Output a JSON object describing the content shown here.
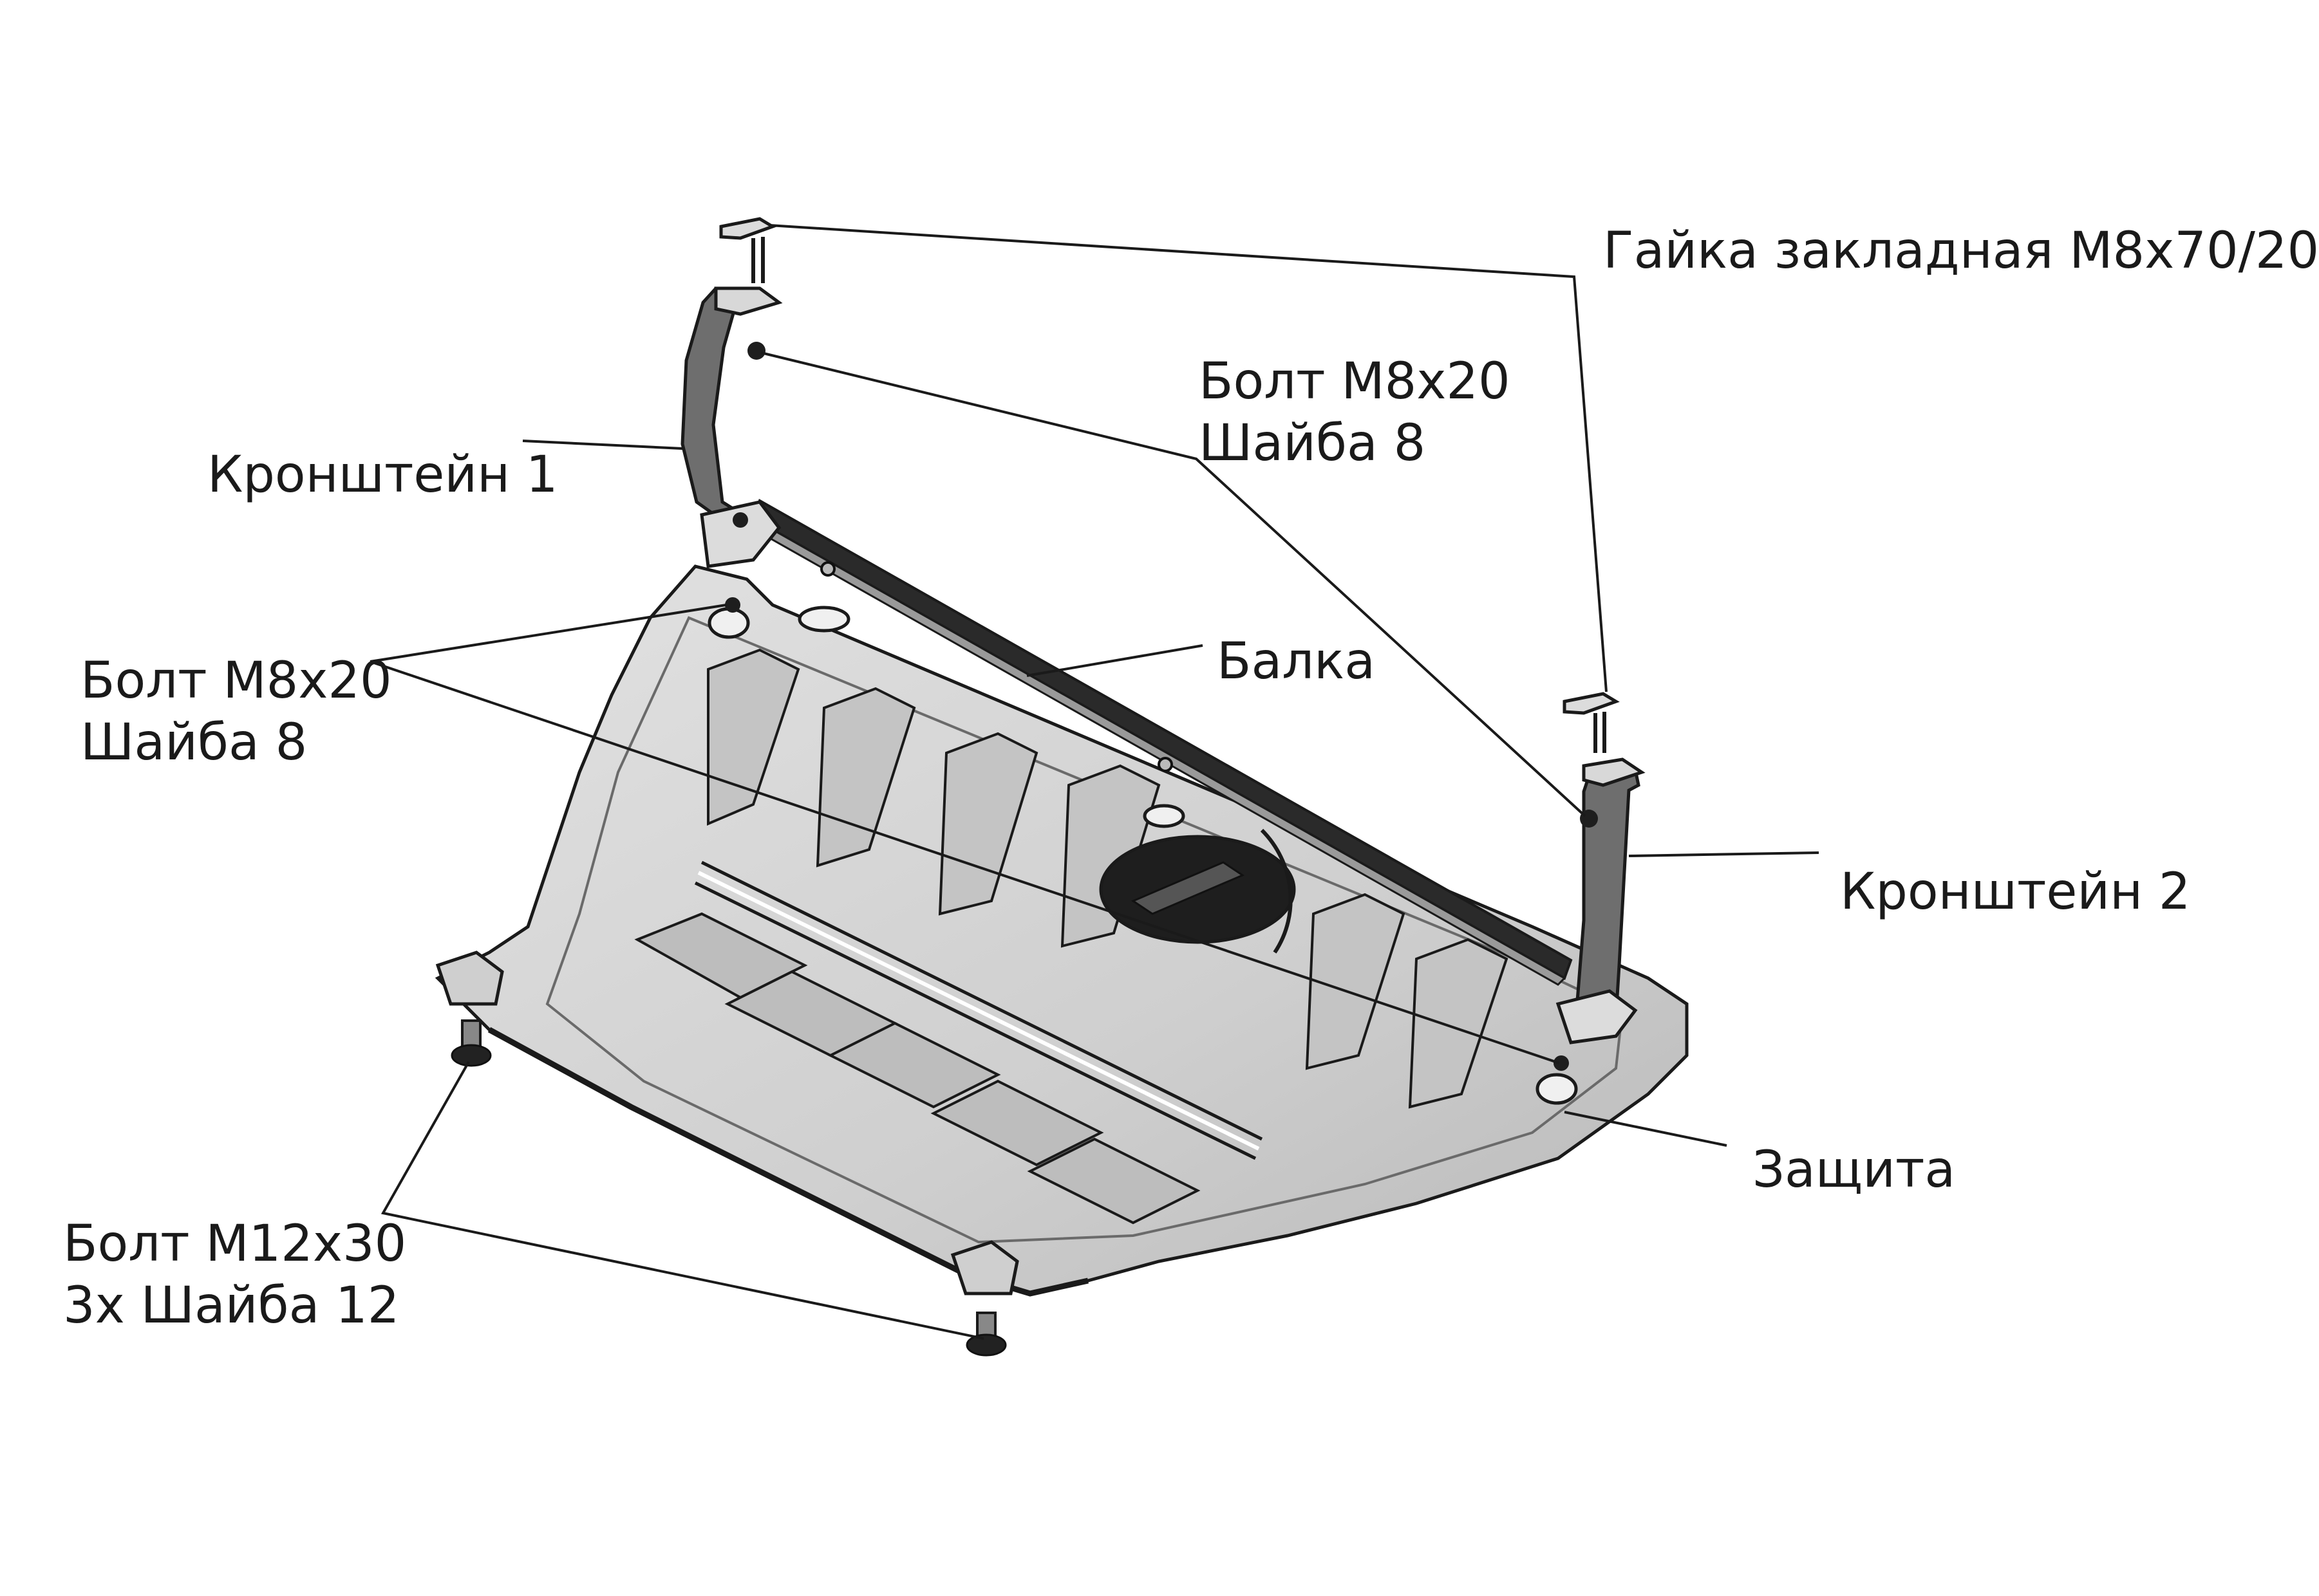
{
  "labels": {
    "nut": "Гайка закладная M8x70/20",
    "bolt_top_line1": "Болт M8x20",
    "bolt_top_line2": "Шайба 8",
    "bracket1": "Кронштейн 1",
    "beam": "Балка",
    "bolt_left_line1": "Болт M8x20",
    "bolt_left_line2": "Шайба 8",
    "bracket2": "Кронштейн 2",
    "shield": "Защита",
    "bolt_bottom_line1": "Болт M12x30",
    "bolt_bottom_line2": "3x Шайба 12"
  },
  "colors": {
    "line": "#1a1a1a",
    "shield_fill": "#d4d4d4",
    "shield_shade": "#a8a8a8",
    "bracket_fill": "#6e6e6e",
    "hole_fill": "#1e1e1e"
  }
}
